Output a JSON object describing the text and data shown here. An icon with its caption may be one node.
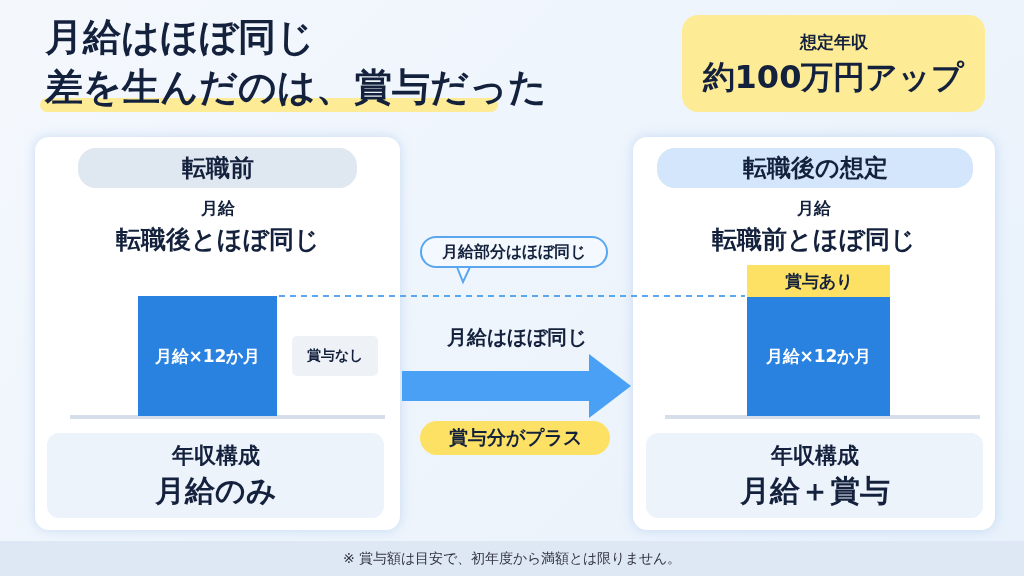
{
  "diagram": {
    "title": "月給はほぼ同じ差を生んだのは、賞与だった",
    "caption": "※ 賞与額は目安で、初年度から満額とは限りません。",
    "nodes": [
      {
        "text": [
          "月給",
          "転職後とほぼ同じ"
        ]
      },
      {
        "text": [
          "転職前"
        ],
        "in": 0
      },
      {
        "text": [
          "月給×12か月"
        ],
        "in": 0
      },
      {
        "text": [
          "賞与なし"
        ],
        "in": 0
      },
      {
        "text": [
          "年収構成",
          "月給のみ"
        ],
        "in": 0
      },
      {
        "text": [
          "月給",
          "転職前とほぼ同じ"
        ]
      },
      {
        "text": [
          "転職後の想定"
        ],
        "in": 5
      },
      {
        "text": [
          "賞与あり"
        ],
        "in": 5
      },
      {
        "text": [
          "月給×12か月"
        ],
        "in": 5
      },
      {
        "text": [
          "年収構成",
          "月給＋賞与"
        ],
        "in": 5
      },
      {
        "text": [
          "月給部分はほぼ同じ"
        ]
      },
      {
        "text": [
          "賞与分がプラス"
        ]
      },
      {
        "text": [
          "想定年収",
          "約100万円アップ"
        ]
      }
    ],
    "edges": [
      {
        "from": 0,
        "to": 5,
        "arrow": "to",
        "label": "月給はほぼ同じ",
        "style": "thick"
      },
      {
        "from": 2,
        "to": 8,
        "arrow": "none",
        "style": "dashed"
      }
    ]
  }
}
